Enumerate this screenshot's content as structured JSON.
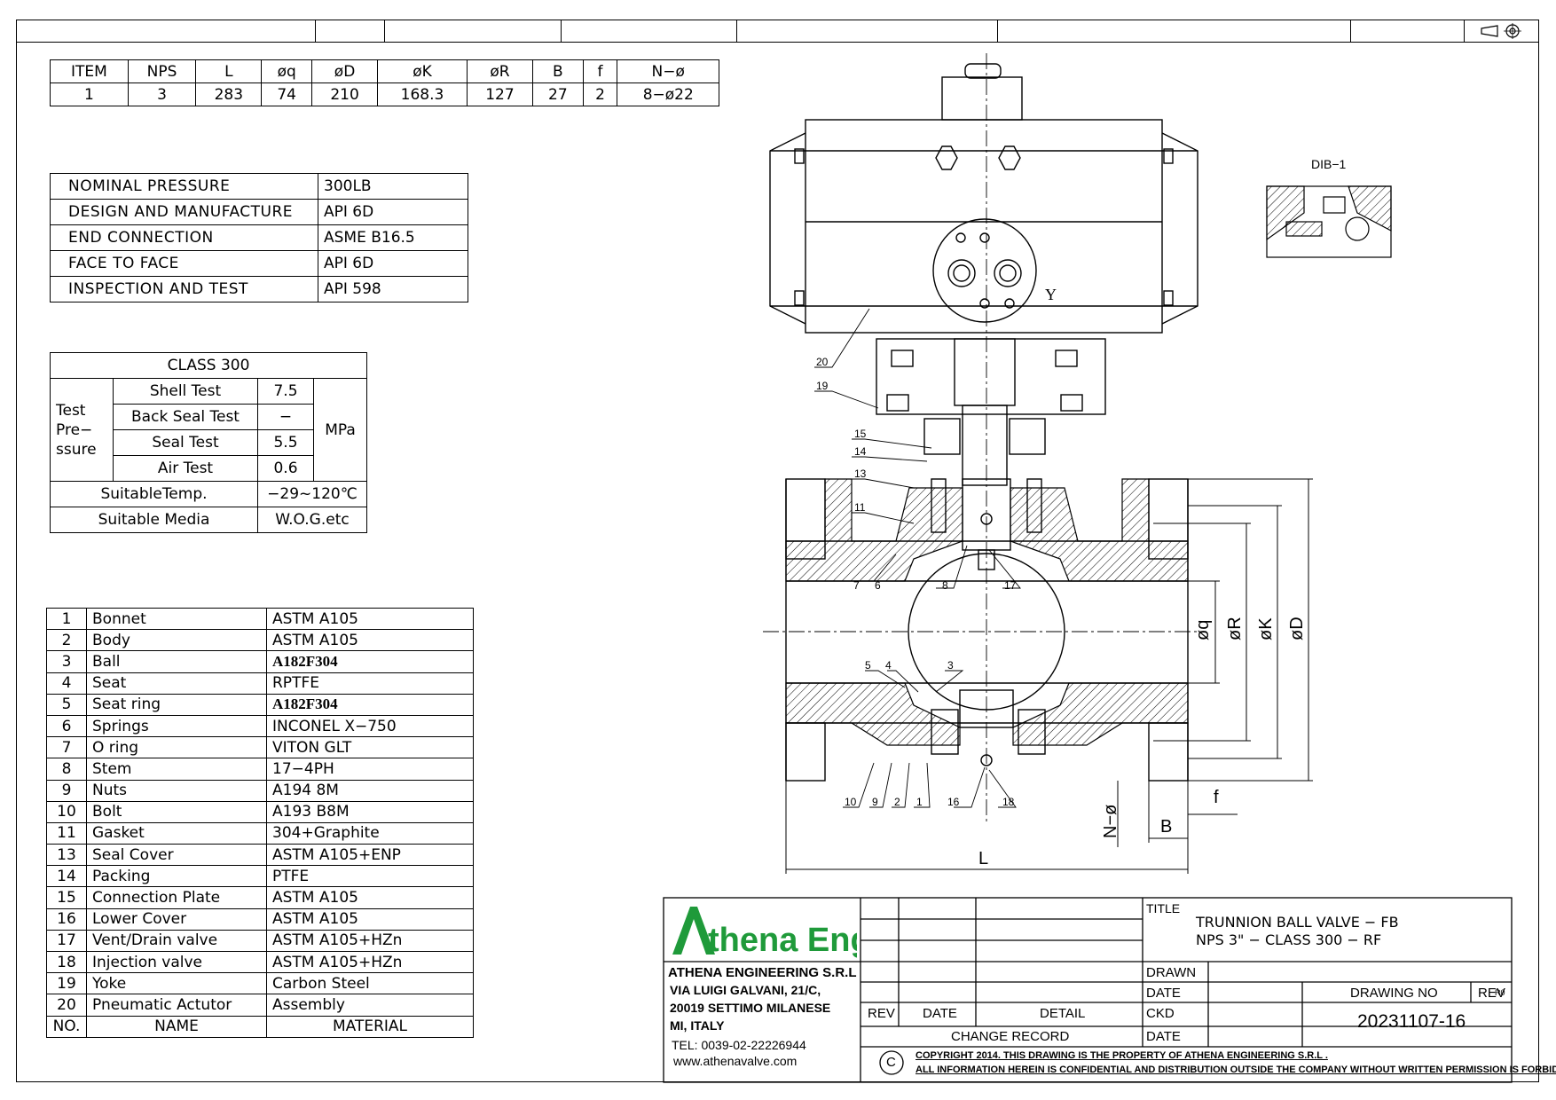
{
  "dims_table": {
    "headers": [
      "ITEM",
      "NPS",
      "L",
      "øq",
      "øD",
      "øK",
      "øR",
      "B",
      "f",
      "N−ø"
    ],
    "values": [
      "1",
      "3",
      "283",
      "74",
      "210",
      "168.3",
      "127",
      "27",
      "2",
      "8−ø22"
    ]
  },
  "spec_table": [
    {
      "label": "NOMINAL PRESSURE",
      "value": "300LB"
    },
    {
      "label": "DESIGN AND MANUFACTURE",
      "value": "API 6D"
    },
    {
      "label": "END CONNECTION",
      "value": "ASME B16.5"
    },
    {
      "label": "FACE TO FACE",
      "value": "API 6D"
    },
    {
      "label": "INSPECTION AND TEST",
      "value": "API 598"
    }
  ],
  "class_table": {
    "title": "CLASS 300",
    "group_label_1": "Test",
    "group_label_2": "Pre−",
    "group_label_3": "ssure",
    "unit": "MPa",
    "rows": [
      {
        "name": "Shell Test",
        "value": "7.5"
      },
      {
        "name": "Back Seal Test",
        "value": "−"
      },
      {
        "name": "Seal Test",
        "value": "5.5"
      },
      {
        "name": "Air Test",
        "value": "0.6"
      }
    ],
    "temp_label": "SuitableTemp.",
    "temp_value": "−29~120℃",
    "media_label": "Suitable Media",
    "media_value": "W.O.G.etc"
  },
  "parts": [
    {
      "no": "1",
      "name": "Bonnet",
      "material": "ASTM A105"
    },
    {
      "no": "2",
      "name": "Body",
      "material": "ASTM A105"
    },
    {
      "no": "3",
      "name": "Ball",
      "material": "A182F304"
    },
    {
      "no": "4",
      "name": "Seat",
      "material": "RPTFE"
    },
    {
      "no": "5",
      "name": "Seat ring",
      "material": "A182F304"
    },
    {
      "no": "6",
      "name": "Springs",
      "material": "INCONEL X−750"
    },
    {
      "no": "7",
      "name": "O ring",
      "material": "VITON GLT"
    },
    {
      "no": "8",
      "name": "Stem",
      "material": "17−4PH"
    },
    {
      "no": "9",
      "name": "Nuts",
      "material": "A194 8M"
    },
    {
      "no": "10",
      "name": "Bolt",
      "material": "A193 B8M"
    },
    {
      "no": "11",
      "name": "Gasket",
      "material": "304+Graphite"
    },
    {
      "no": "13",
      "name": "Seal Cover",
      "material": "ASTM A105+ENP"
    },
    {
      "no": "14",
      "name": "Packing",
      "material": "PTFE"
    },
    {
      "no": "15",
      "name": "Connection Plate",
      "material": "ASTM A105"
    },
    {
      "no": "16",
      "name": "Lower Cover",
      "material": "ASTM A105"
    },
    {
      "no": "17",
      "name": "Vent/Drain valve",
      "material": "ASTM A105+HZn"
    },
    {
      "no": "18",
      "name": "Injection valve",
      "material": "ASTM A105+HZn"
    },
    {
      "no": "19",
      "name": "Yoke",
      "material": "Carbon Steel"
    },
    {
      "no": "20",
      "name": "Pneumatic Actutor",
      "material": "Assembly"
    }
  ],
  "parts_header": {
    "no": "NO.",
    "name": "NAME",
    "material": "MATERIAL"
  },
  "drawing": {
    "dib_label": "DIB−1",
    "y_label": "Y",
    "dim_labels": {
      "q": "øq",
      "R": "øR",
      "K": "øK",
      "D": "øD",
      "L": "L",
      "B": "B",
      "f": "f",
      "N": "N−ø"
    },
    "balloons": [
      "20",
      "19",
      "15",
      "14",
      "13",
      "11",
      "7",
      "6",
      "8",
      "17",
      "5",
      "4",
      "3",
      "10",
      "9",
      "2",
      "1",
      "16",
      "18"
    ]
  },
  "title_block": {
    "logo_text": "thena Eng",
    "logo_letter": "A",
    "company": "ATHENA ENGINEERING S.R.L",
    "address_1": "VIA LUIGI GALVANI, 21/C,",
    "address_2": "20019 SETTIMO MILANESE",
    "address_3": "MI, ITALY",
    "tel": "TEL: 0039-02-22226944",
    "web": "www.athenavalve.com",
    "rev_col": "REV",
    "date_col": "DATE",
    "detail_col": "DETAIL",
    "change_record": "CHANGE RECORD",
    "title_label": "TITLE",
    "title_line_1": "TRUNNION BALL VALVE − FB",
    "title_line_2": "NPS 3\" − CLASS 300 − RF",
    "drawn": "DRAWN",
    "date1": "DATE",
    "ckd": "CKD",
    "date2": "DATE",
    "drawing_no_label": "DRAWING NO",
    "rev_label": "REV",
    "rev_value": "R0",
    "drawing_no": "20231107-16",
    "copyright_symbol": "C",
    "copyright_1": "COPYRIGHT 2014. THIS DRAWING IS THE PROPERTY OF ATHENA ENGINEERING S.R.L .",
    "copyright_2": "ALL INFORMATION HEREIN IS CONFIDENTIAL AND DISTRIBUTION OUTSIDE THE COMPANY WITHOUT WRITTEN PERMISSION IS FORBIDDEN."
  },
  "colors": {
    "logo_green": "#1f9a3a",
    "line": "#000000"
  }
}
